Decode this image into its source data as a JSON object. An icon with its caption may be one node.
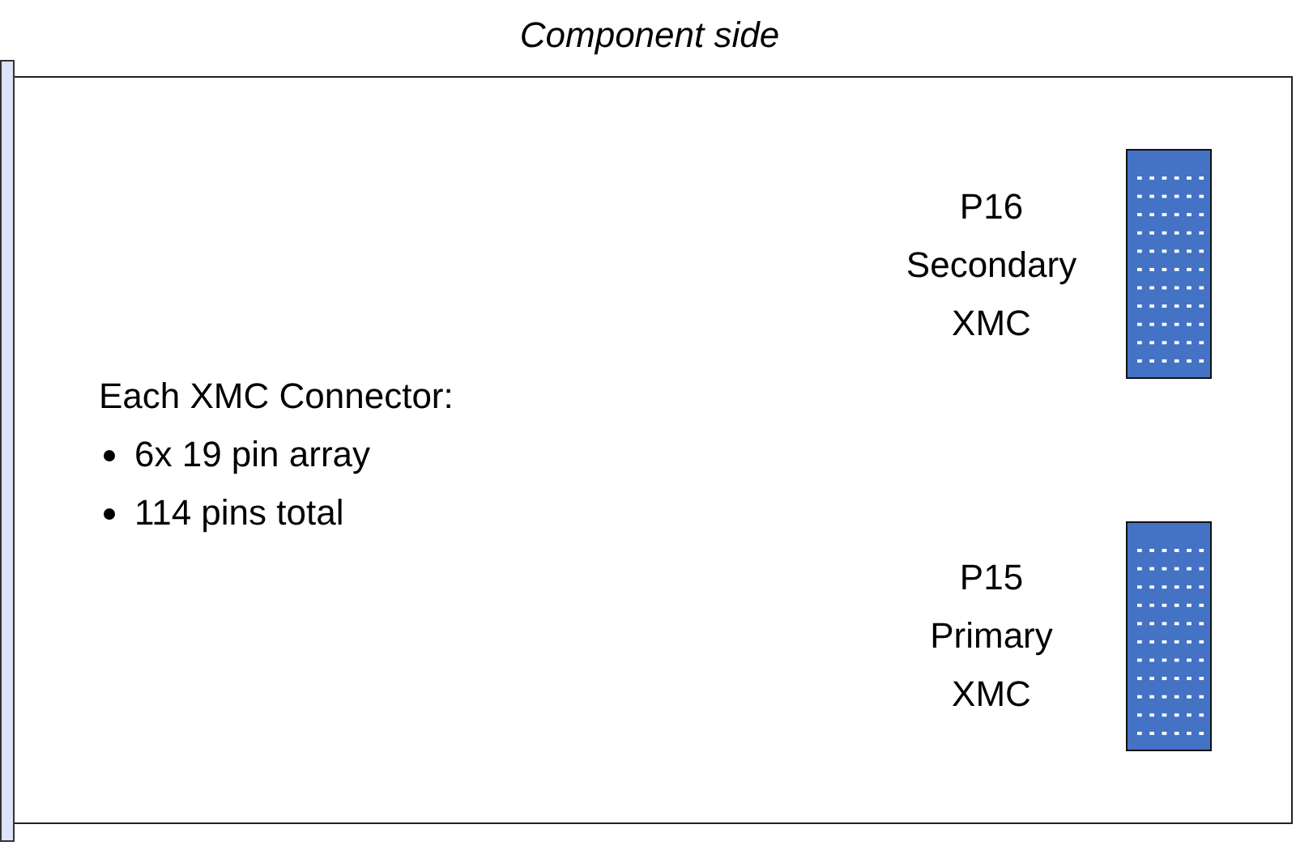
{
  "diagram": {
    "title": "Component side",
    "nodes": [
      {
        "text": [
          "Each XMC Connector:",
          "6x 19 pin array",
          "114 pins total"
        ]
      },
      {
        "text": [],
        "shape": "bar"
      },
      {
        "text": [],
        "shape": "box",
        "in": 0,
        "beside": [
          "P16 Secondary XMC"
        ]
      },
      {
        "text": [],
        "shape": "box",
        "in": 0,
        "beside": [
          "P15 Primary XMC"
        ]
      }
    ]
  }
}
